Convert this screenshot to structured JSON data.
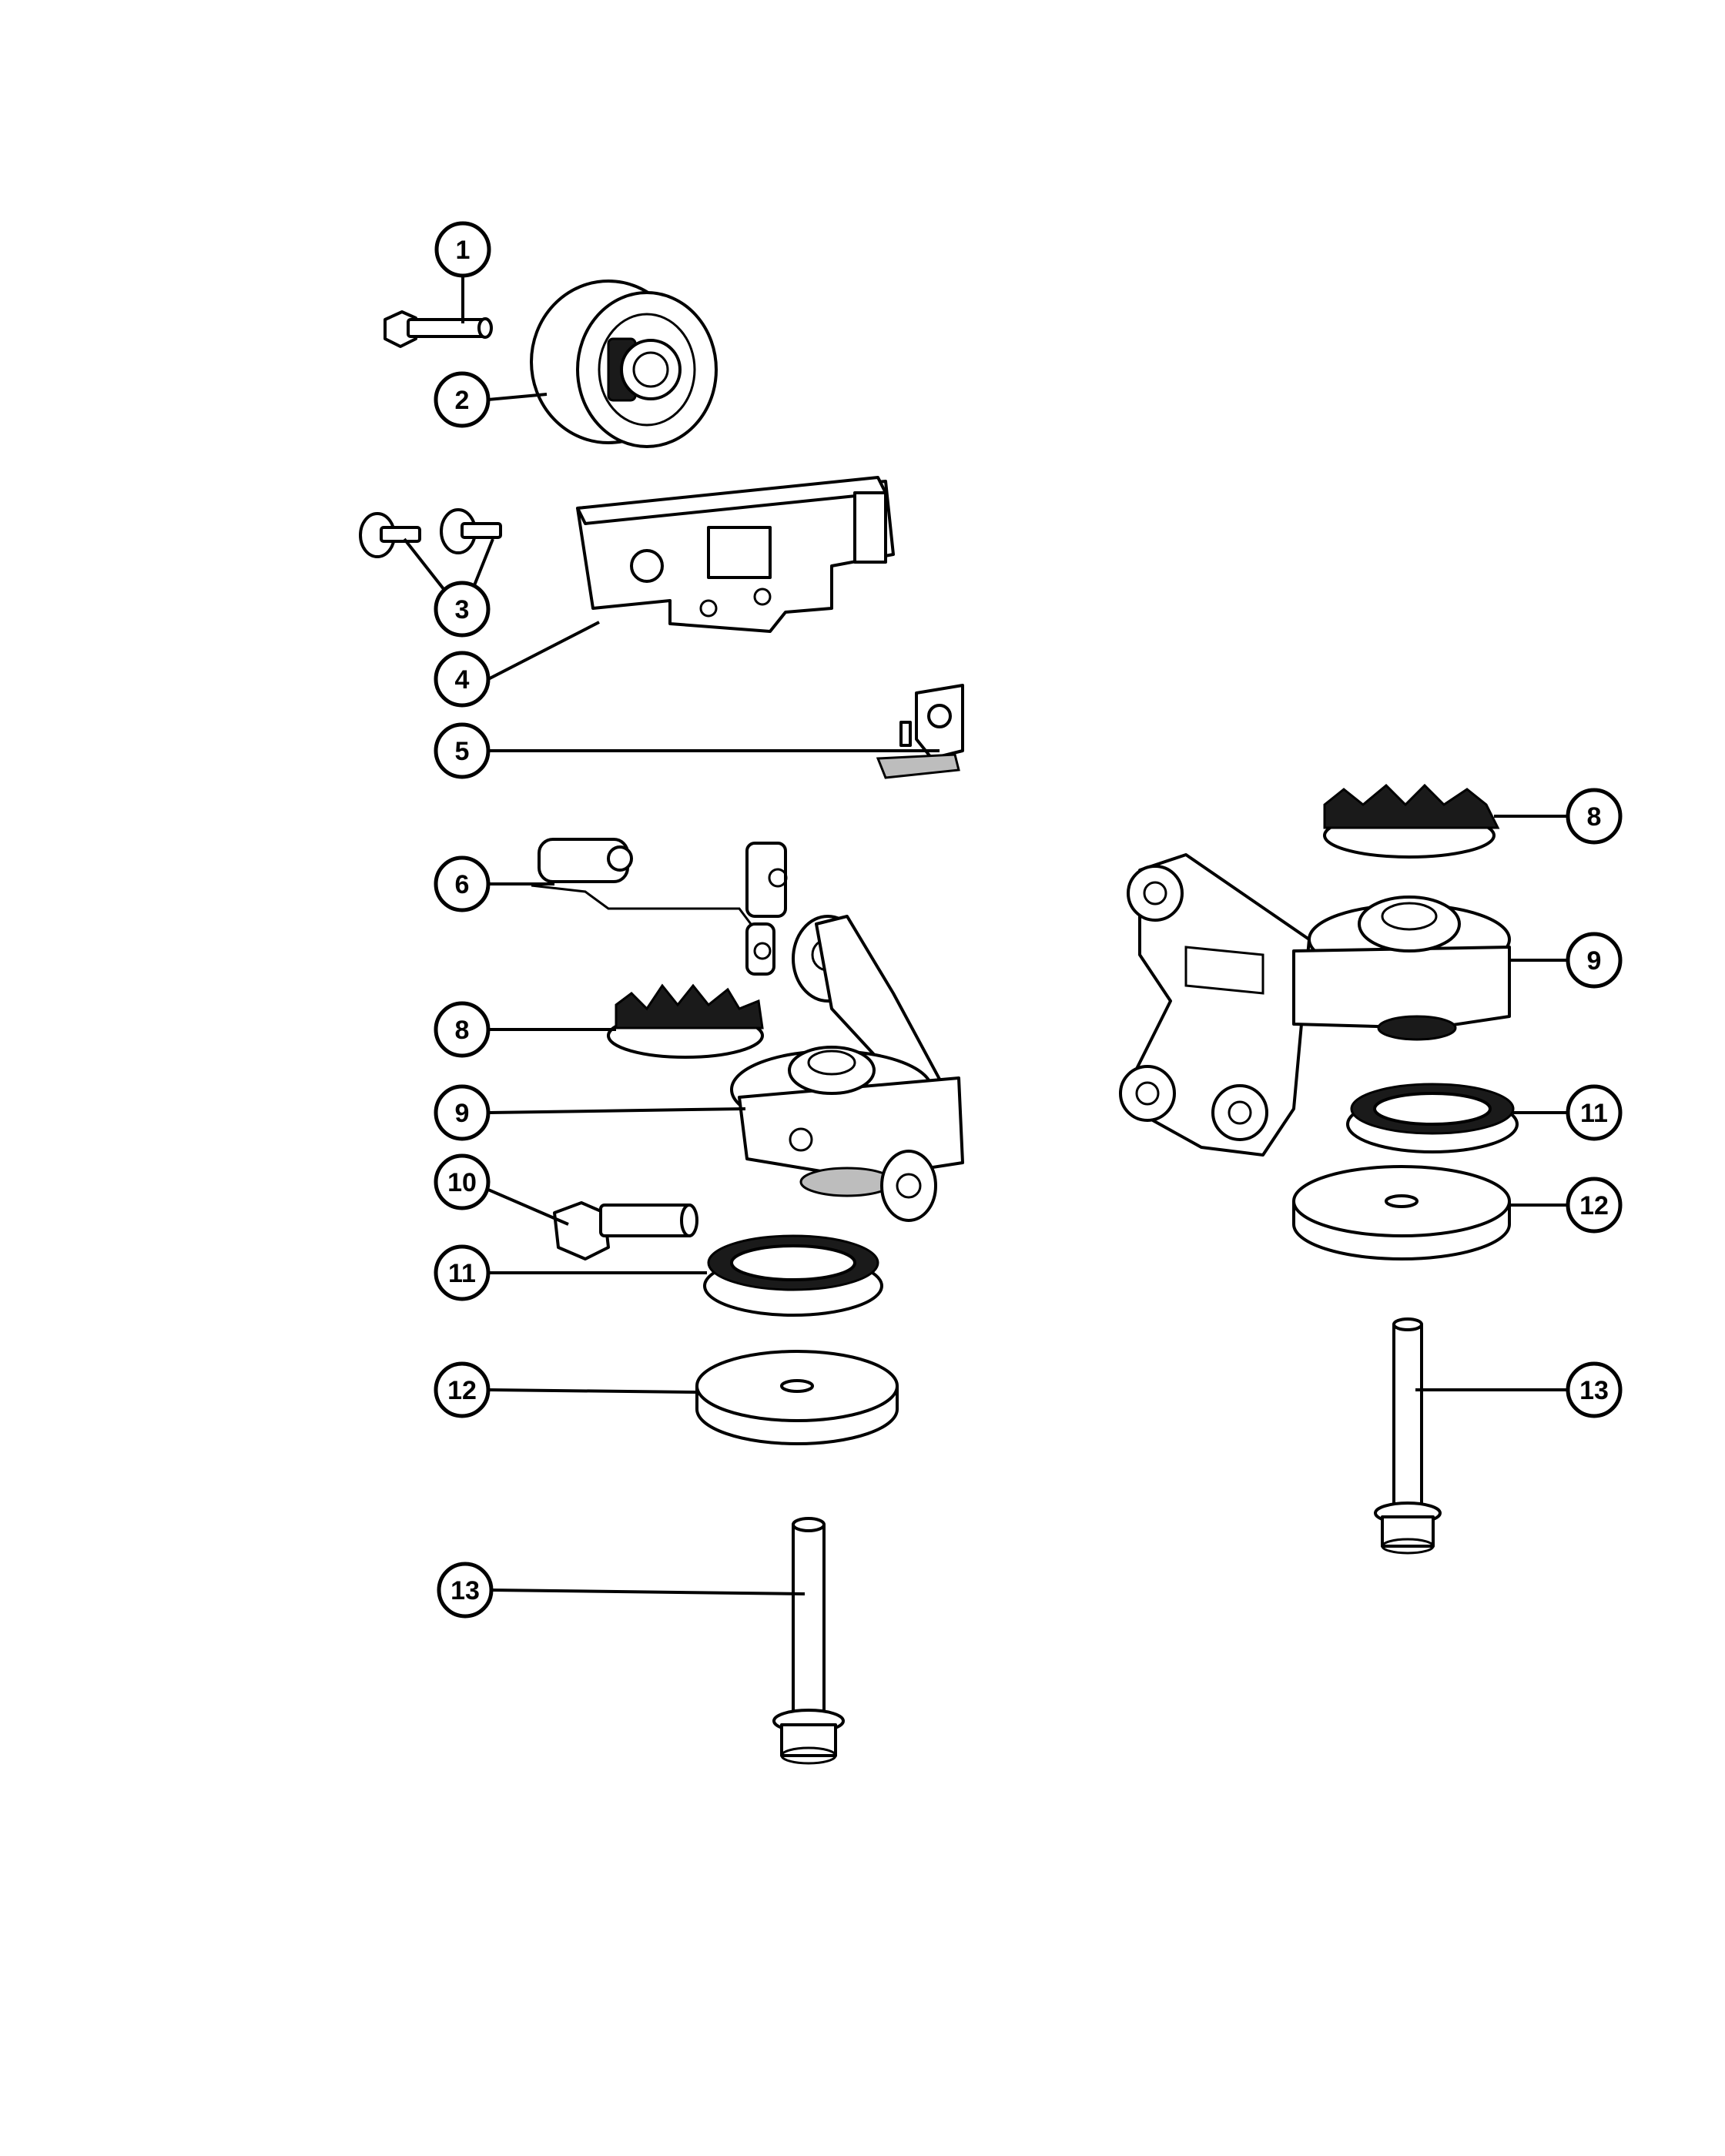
{
  "colors": {
    "ink": "#000000",
    "paper": "#ffffff",
    "shade": "#bdbdbd"
  },
  "callouts": [
    {
      "id": "c1",
      "label": "1"
    },
    {
      "id": "c2",
      "label": "2"
    },
    {
      "id": "c3",
      "label": "3"
    },
    {
      "id": "c4",
      "label": "4"
    },
    {
      "id": "c5",
      "label": "5"
    },
    {
      "id": "c6",
      "label": "6"
    },
    {
      "id": "c8a",
      "label": "8"
    },
    {
      "id": "c9a",
      "label": "9"
    },
    {
      "id": "c10",
      "label": "10"
    },
    {
      "id": "c11a",
      "label": "11"
    },
    {
      "id": "c12a",
      "label": "12"
    },
    {
      "id": "c13a",
      "label": "13"
    },
    {
      "id": "c8b",
      "label": "8"
    },
    {
      "id": "c9b",
      "label": "9"
    },
    {
      "id": "c11b",
      "label": "11"
    },
    {
      "id": "c12b",
      "label": "12"
    },
    {
      "id": "c13b",
      "label": "13"
    }
  ]
}
